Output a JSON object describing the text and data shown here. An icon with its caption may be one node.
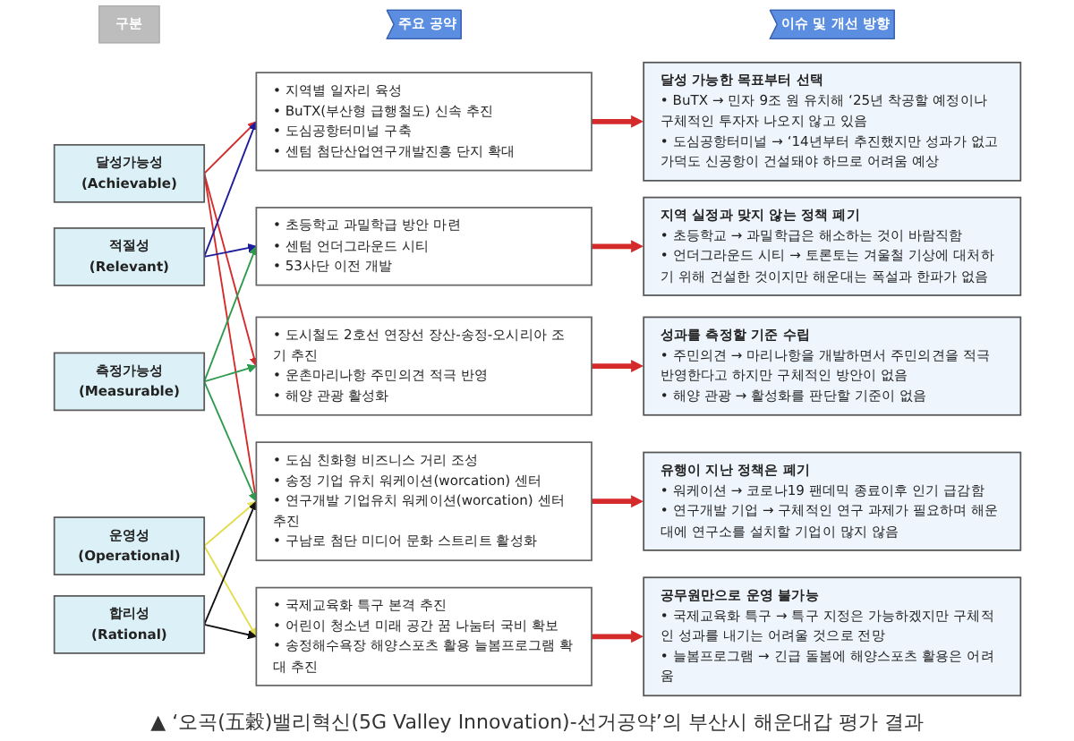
{
  "diagram": {
    "caption": "▲ ‘오곡(五穀)밸리혁신(5G Valley Innovation)-선거공약’의 부산시 해운대갑 평가 결과",
    "nodes": [
      {
        "text": [
          "구분"
        ]
      },
      {
        "text": [
          "주요 공약"
        ]
      },
      {
        "text": [
          "이슈 및 개선 방향"
        ]
      },
      {
        "text": [
          "달성가능성",
          "(Achievable)"
        ]
      },
      {
        "text": [
          "• 지역별 일자리 육성",
          "• BuTX(부산형 급행철도) 신속 추진",
          "• 도심공항터미널 구축",
          "• 센텀 첨단산업연구개발진흥 단지 확대"
        ]
      },
      {
        "text": [
          "달성 가능한 목표부터 선택",
          "• BuTX → 민자 9조 원 유치해 ‘25년 착공할 예정이나 구체적인 투자자 나오지 않고 있음",
          "• 도심공항터미널 → ‘14년부터 추진했지만 성과가 없고 가덕도 신공항이 건설돼야 하므로 어려움 예상"
        ]
      },
      {
        "text": [
          "적절성",
          "(Relevant)"
        ]
      },
      {
        "text": [
          "• 초등학교 과밀학급 방안 마련",
          "• 센텀 언더그라운드 시티",
          "• 53사단 이전 개발"
        ]
      },
      {
        "text": [
          "지역 실정과 맞지 않는 정책 폐기",
          "• 초등학교 → 과밀학급은 해소하는 것이 바람직함",
          "• 언더그라운드 시티 → 토론토는 겨울철 기상에 대처하기 위해 건설한 것이지만 해운대는 폭설과 한파가 없음"
        ]
      },
      {
        "text": [
          "측정가능성",
          "(Measurable)"
        ]
      },
      {
        "text": [
          "• 도시철도 2호선 연장선 장산-송정-오시리아 조기 추진",
          "• 운촌마리나항 주민의견 적극 반영",
          "• 해양 관광 활성화"
        ]
      },
      {
        "text": [
          "성과를 측정할 기준 수립",
          "• 주민의견 → 마리나항을 개발하면서 주민의견을 적극 반영한다고 하지만 구체적인 방안이 없음",
          "• 해양 관광 → 활성화를 판단할 기준이 없음"
        ]
      },
      {
        "text": [
          "운영성",
          "(Operational)"
        ]
      },
      {
        "text": [
          "• 도심 친화형 비즈니스 거리 조성",
          "• 송정 기업 유치 워케이션(worcation) 센터",
          "• 연구개발 기업유치 워케이션(worcation) 센터 추진",
          "• 구남로 첨단 미디어 문화 스트리트 활성화"
        ]
      },
      {
        "text": [
          "유행이 지난 정책은 폐기",
          "• 워케이션 → 코로나19 팬데믹 종료이후 인기 급감함",
          "• 연구개발 기업 → 구체적인 연구 과제가 필요하며 해운대에 연구소를 설치할 기업이 많지 않음"
        ]
      },
      {
        "text": [
          "합리성",
          "(Rational)"
        ]
      },
      {
        "text": [
          "• 국제교육화 특구 본격 추진",
          "• 어린이 청소년 미래 공간 꿈 나눔터 국비 확보",
          "• 송정해수욕장 해양스포츠 활용 늘봄프로그램 확대 추진"
        ]
      },
      {
        "text": [
          "공무원만으로 운영 불가능",
          "• 국제교육화 특구 → 특구 지정은 가능하겠지만 구체적인 성과를 내기는 어려울 것으로 전망",
          "• 늘봄프로그램 → 긴급 돌봄에 해양스포츠 활용은 어려움"
        ]
      }
    ],
    "edges": [
      {
        "from": 3,
        "to": 4,
        "arrow": "to"
      },
      {
        "from": 3,
        "to": 10,
        "arrow": "to"
      },
      {
        "from": 3,
        "to": 13,
        "arrow": "to"
      },
      {
        "from": 6,
        "to": 4,
        "arrow": "to",
        "color": "#1c1c9c"
      },
      {
        "from": 6,
        "to": 7,
        "arrow": "to",
        "color": "#1c1c9c"
      },
      {
        "from": 9,
        "to": 7,
        "arrow": "to",
        "color": "#2e9a4e"
      },
      {
        "from": 9,
        "to": 10,
        "arrow": "to",
        "color": "#2e9a4e"
      },
      {
        "from": 9,
        "to": 13,
        "arrow": "to",
        "color": "#2e9a4e"
      },
      {
        "from": 12,
        "to": 13,
        "arrow": "to",
        "color": "#e3dc4c"
      },
      {
        "from": 12,
        "to": 16,
        "arrow": "to",
        "color": "#e3dc4c"
      },
      {
        "from": 15,
        "to": 13,
        "arrow": "to",
        "color": "#111111"
      },
      {
        "from": 15,
        "to": 16,
        "arrow": "to",
        "color": "#111111"
      },
      {
        "from": 4,
        "to": 5,
        "arrow": "to",
        "style": "thick"
      },
      {
        "from": 7,
        "to": 8,
        "arrow": "to",
        "style": "thick"
      },
      {
        "from": 10,
        "to": 11,
        "arrow": "to",
        "style": "thick"
      },
      {
        "from": 13,
        "to": 14,
        "arrow": "to",
        "style": "thick"
      },
      {
        "from": 16,
        "to": 17,
        "arrow": "to",
        "style": "thick"
      }
    ]
  }
}
